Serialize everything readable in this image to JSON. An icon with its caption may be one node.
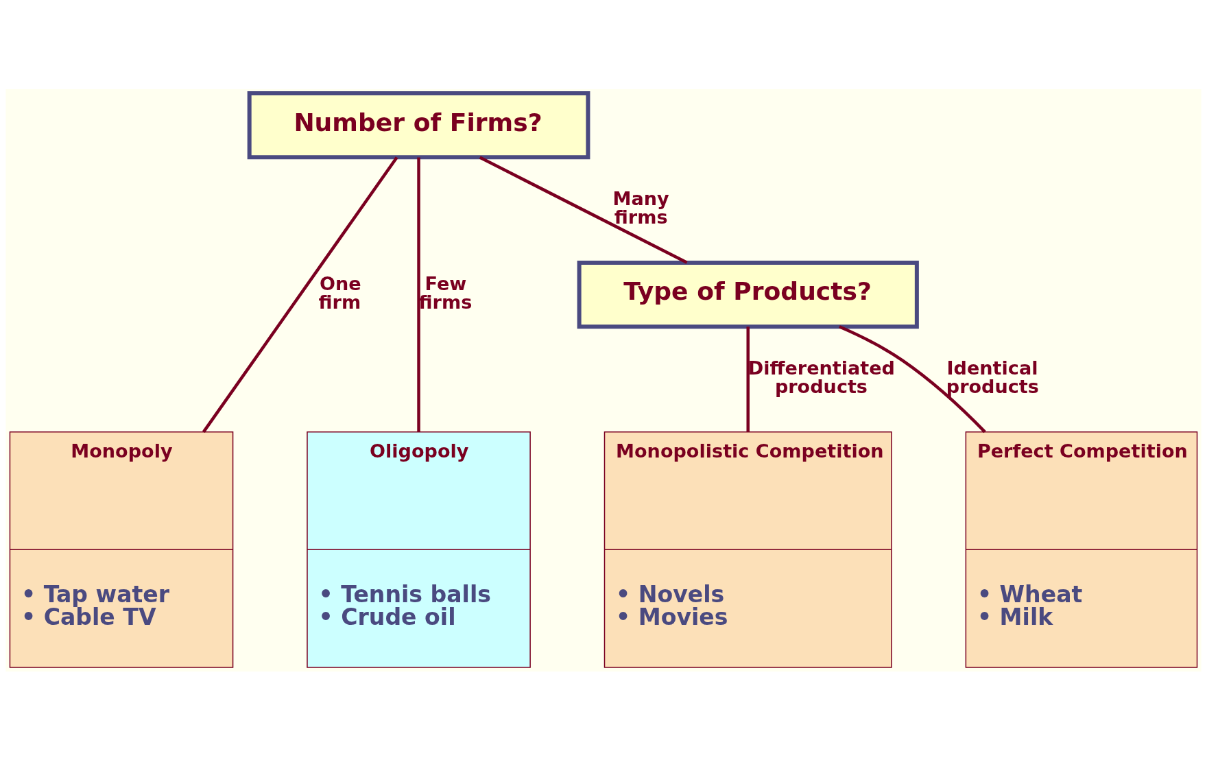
{
  "diagram": {
    "nodes": [
      {
        "text": [
          "Number of Firms?"
        ]
      },
      {
        "text": [
          "Type of Products?"
        ]
      },
      {
        "text": [
          "Monopoly",
          "• Tap water",
          "• Cable TV"
        ]
      },
      {
        "text": [
          "Oligopoly",
          "• Tennis balls",
          "• Crude oil"
        ]
      },
      {
        "text": [
          "Monopolistic Competition",
          "• Novels",
          "• Movies"
        ]
      },
      {
        "text": [
          "Perfect Competition",
          "• Wheat",
          "• Milk"
        ]
      }
    ],
    "edges": [
      {
        "from": 0,
        "to": 2,
        "arrow": "none",
        "label": "One firm"
      },
      {
        "from": 0,
        "to": 3,
        "arrow": "none",
        "label": "Few firms"
      },
      {
        "from": 0,
        "to": 1,
        "arrow": "none",
        "label": "Many firms"
      },
      {
        "from": 1,
        "to": 4,
        "arrow": "none",
        "label": "Differentiated products"
      },
      {
        "from": 1,
        "to": 5,
        "arrow": "none",
        "label": "Identical products"
      }
    ]
  }
}
